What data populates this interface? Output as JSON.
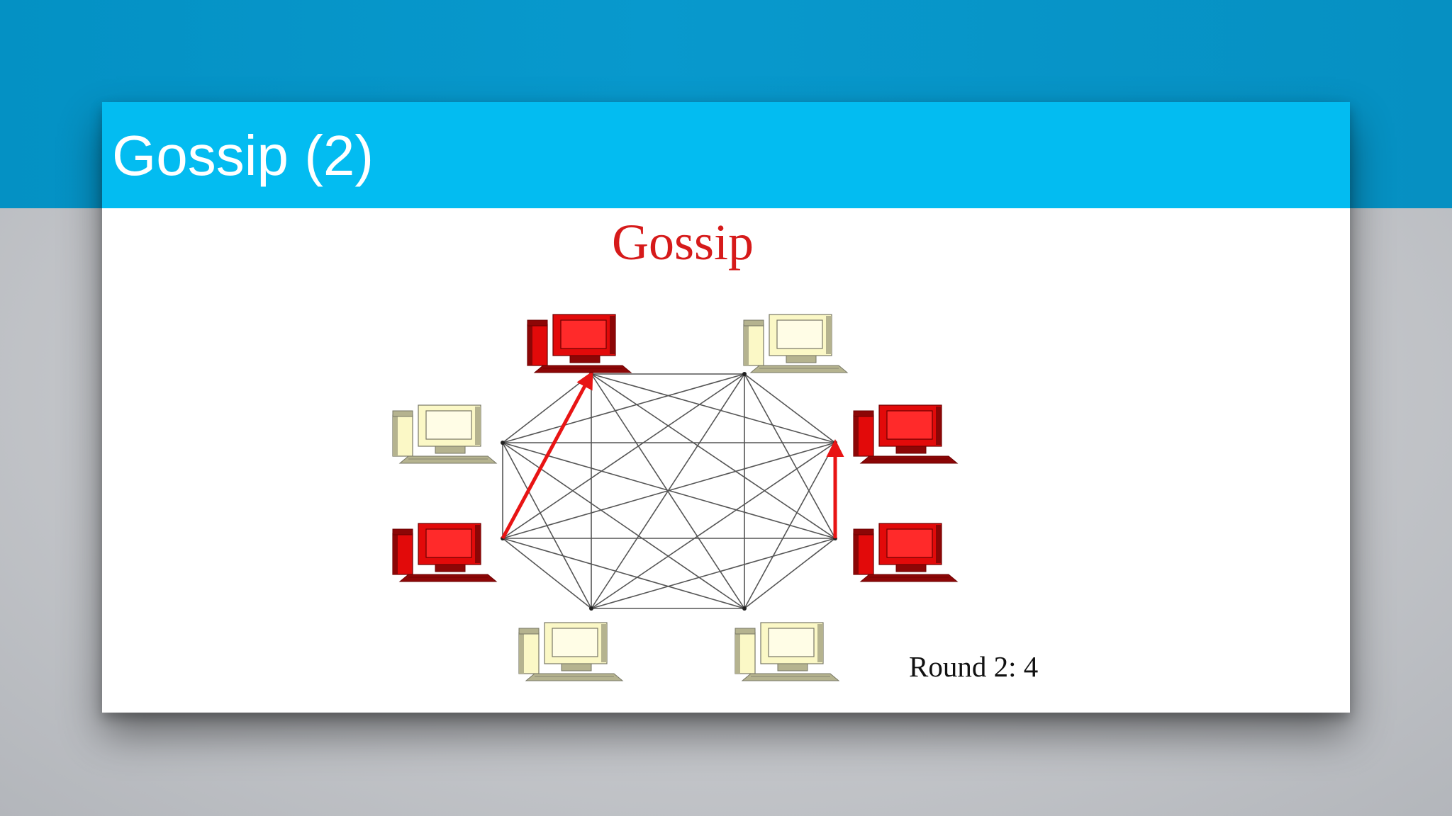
{
  "slide": {
    "title": "Gossip (2)"
  },
  "diagram": {
    "heading": "Gossip",
    "round_label": "Round 2: 4",
    "colors": {
      "informed": "#e20a0a",
      "uninformed": "#fbf8c6",
      "edge": "#555555",
      "gossip_edge": "#e81414",
      "heading": "#d61a1a"
    },
    "nodes": [
      {
        "id": "n0",
        "state": "informed"
      },
      {
        "id": "n1",
        "state": "uninformed"
      },
      {
        "id": "n2",
        "state": "informed"
      },
      {
        "id": "n3",
        "state": "informed"
      },
      {
        "id": "n4",
        "state": "uninformed"
      },
      {
        "id": "n5",
        "state": "uninformed"
      },
      {
        "id": "n6",
        "state": "informed"
      },
      {
        "id": "n7",
        "state": "uninformed"
      }
    ],
    "gossip_messages": [
      {
        "from": "n6",
        "to": "n0"
      },
      {
        "from": "n3",
        "to": "n2"
      }
    ]
  }
}
